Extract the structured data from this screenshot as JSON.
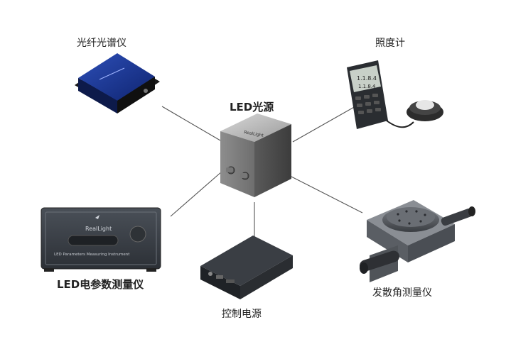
{
  "center": {
    "label": "LED光源",
    "brand": "RealLight"
  },
  "devices": [
    {
      "id": "spectrometer",
      "label": "光纤光谱仪"
    },
    {
      "id": "lux-meter",
      "label": "照度计"
    },
    {
      "id": "led-analyzer",
      "label": "LED电参数测量仪",
      "brand": "RealLight",
      "subtitle": "LED Parameters Measuring Instrument"
    },
    {
      "id": "power-supply",
      "label": "控制电源"
    },
    {
      "id": "goniometer",
      "label": "发散角测量仪"
    }
  ],
  "lux_meter_readout": {
    "line1": "1.1.8.4",
    "line2": "1.1.8.4"
  }
}
